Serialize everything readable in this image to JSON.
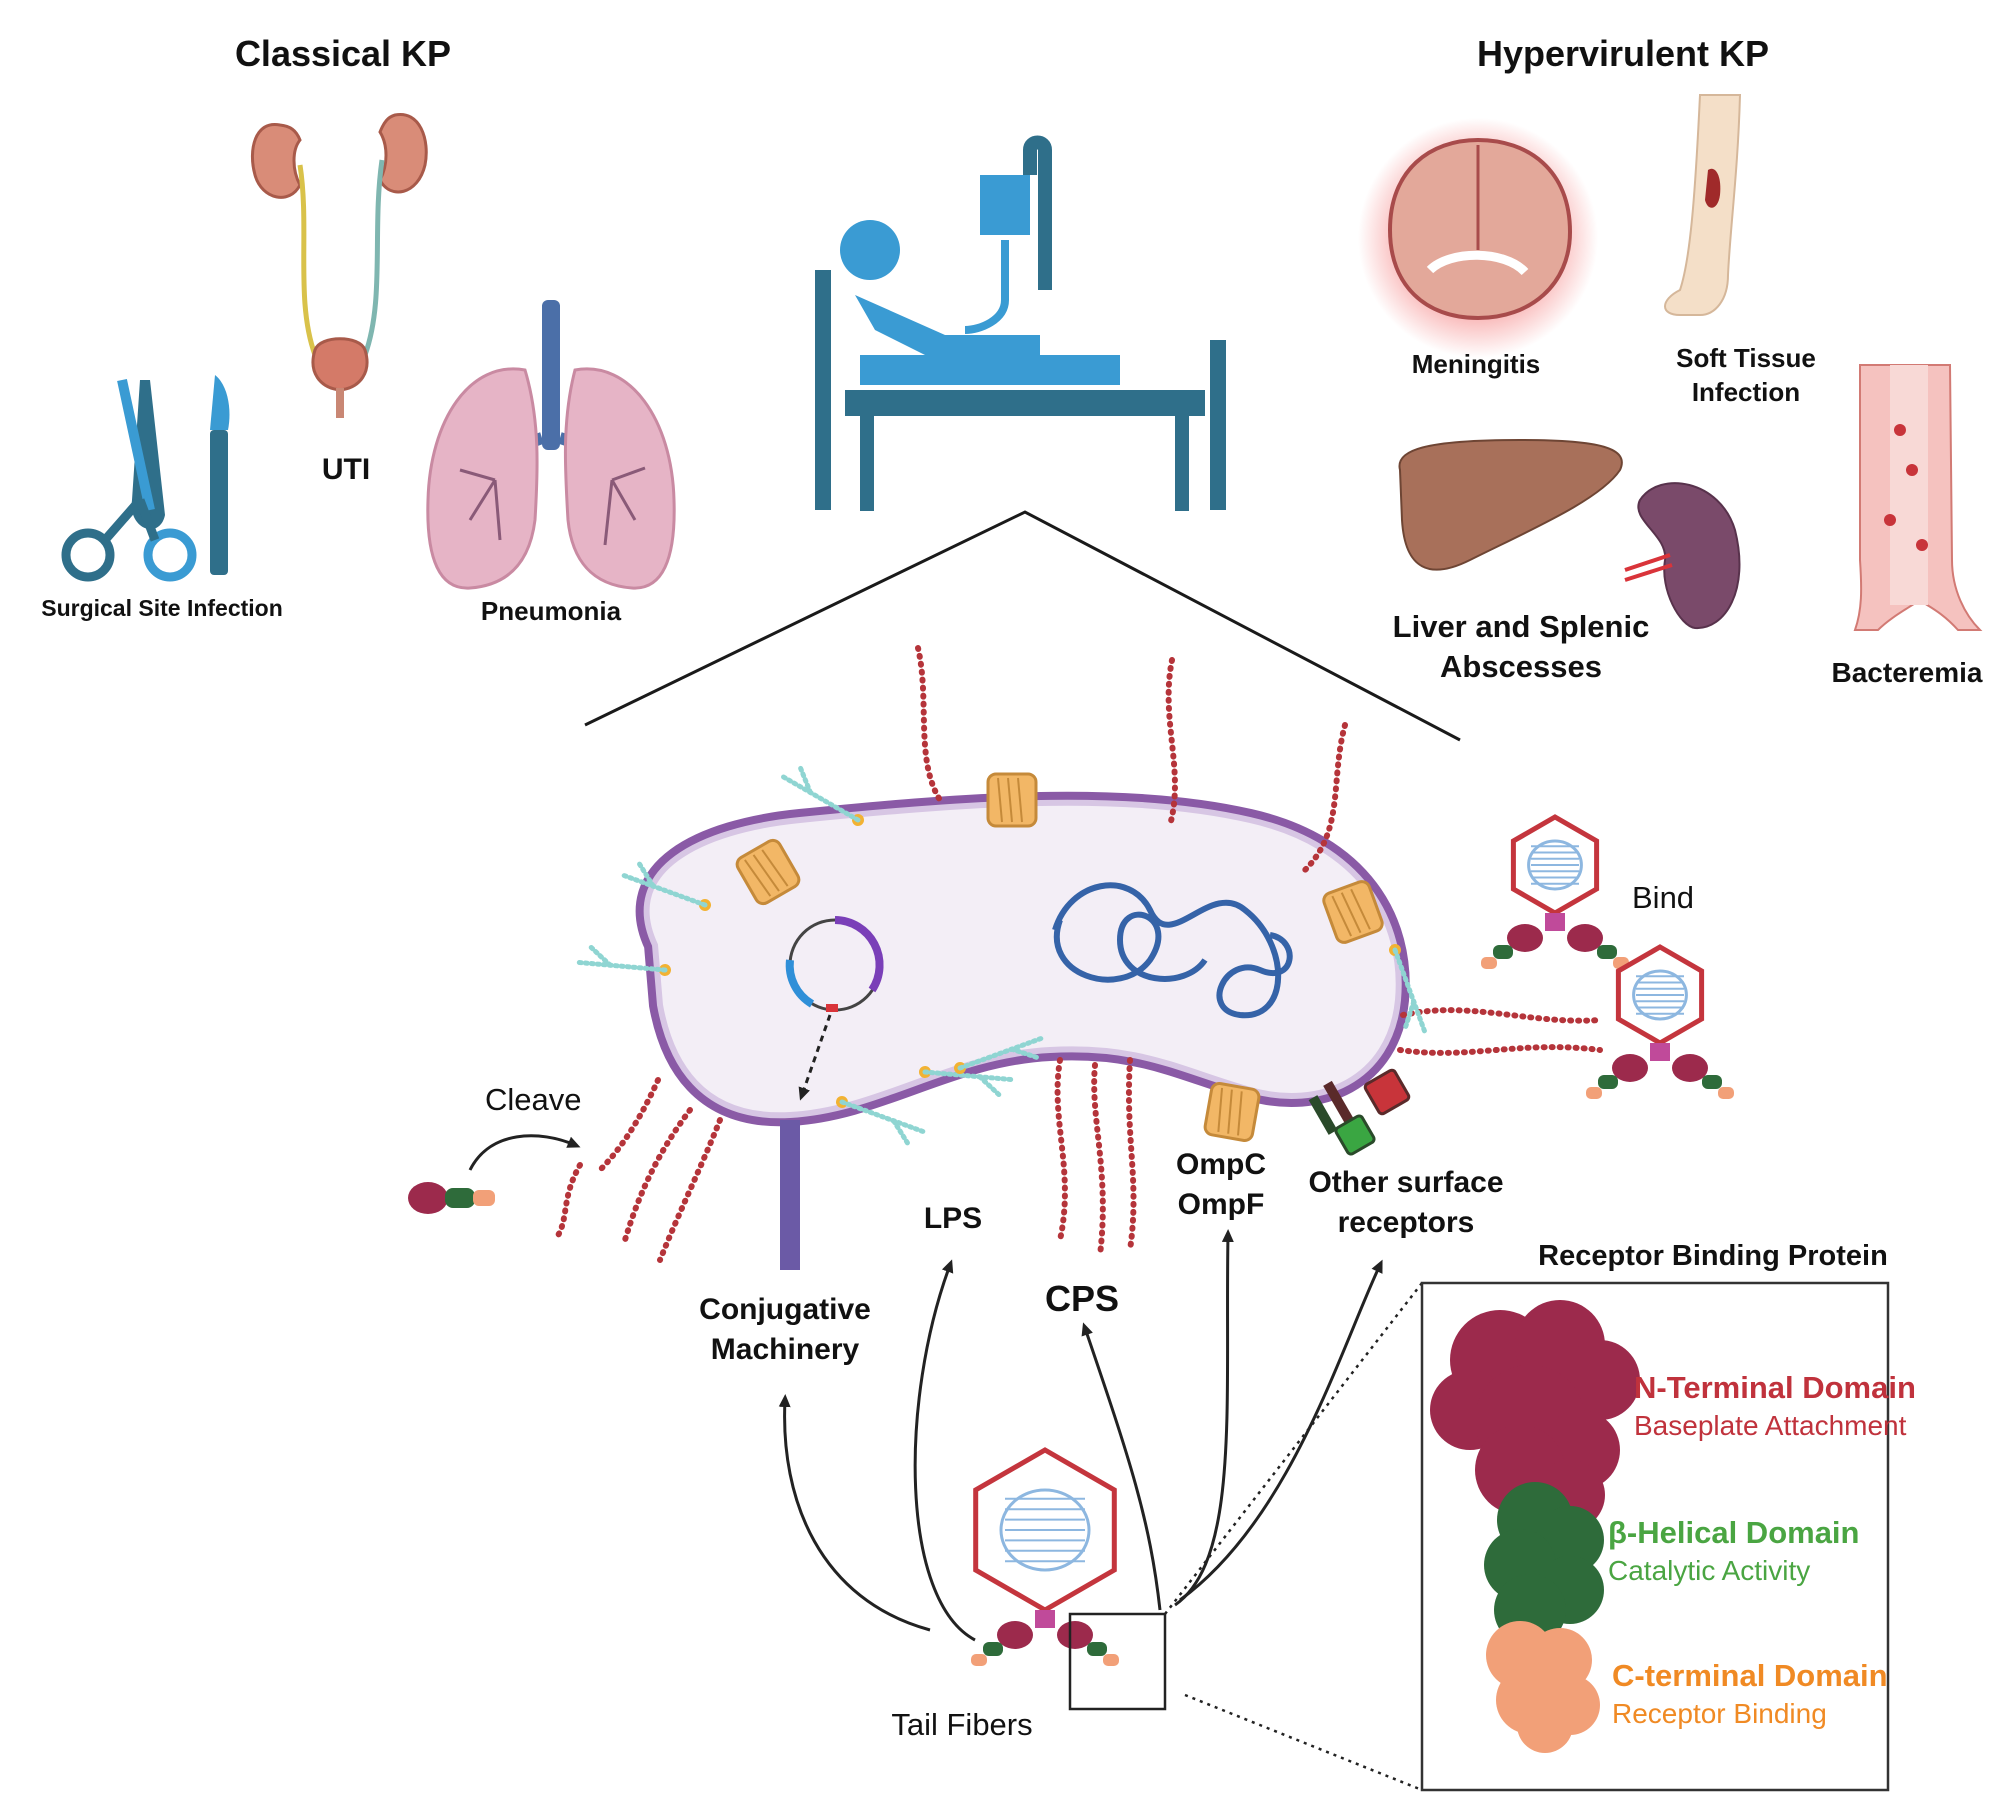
{
  "headings": {
    "classical": "Classical KP",
    "hypervirulent": "Hypervirulent KP",
    "rbp_box": "Receptor Binding Protein"
  },
  "classical_infections": {
    "uti": "UTI",
    "pneumonia": "Pneumonia",
    "surgical": "Surgical Site Infection"
  },
  "hypervirulent_infections": {
    "meningitis": "Meningitis",
    "soft_tissue_1": "Soft Tissue",
    "soft_tissue_2": "Infection",
    "abscess_1": "Liver and Splenic",
    "abscess_2": "Abscesses",
    "bacteremia": "Bacteremia"
  },
  "actions": {
    "cleave": "Cleave",
    "bind": "Bind"
  },
  "receptors": {
    "conjugative_1": "Conjugative",
    "conjugative_2": "Machinery",
    "lps": "LPS",
    "cps": "CPS",
    "omp_1": "OmpC",
    "omp_2": "OmpF",
    "other_1": "Other surface",
    "other_2": "receptors"
  },
  "tail_fibers": "Tail Fibers",
  "domains": [
    {
      "title": "N-Terminal Domain",
      "subtitle": "Baseplate Attachment",
      "color": "#c0323c"
    },
    {
      "title": "β-Helical Domain",
      "subtitle": "Catalytic Activity",
      "color": "#4aa542"
    },
    {
      "title": "C-terminal Domain",
      "subtitle": "Receptor Binding",
      "color": "#f08a24"
    }
  ],
  "colors": {
    "bed": "#2f6f8a",
    "patient": "#3a9bd3",
    "membrane": "#8a5aa6",
    "cytoplasm": "#f3eef6",
    "capsule_chain": "#b5343a",
    "lps_chain": "#8fd5d2",
    "porin": "#f2b766",
    "dna": "#3563a8",
    "capsid": "#c4353d",
    "rbp_n": "#9c2a4c",
    "rbp_beta": "#2e6b3a",
    "rbp_c": "#f2a078"
  }
}
